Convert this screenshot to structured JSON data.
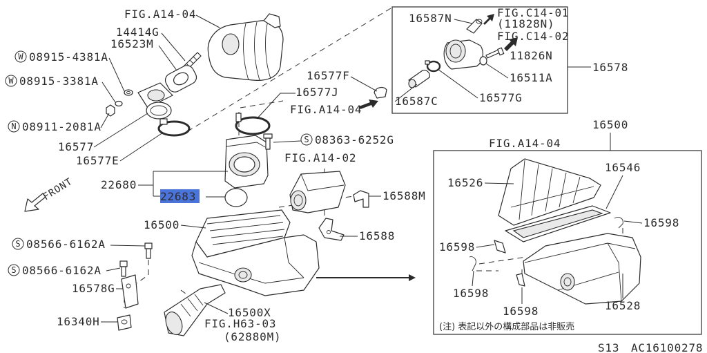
{
  "colors": {
    "highlight": "#4b74db",
    "ink": "#2b2b2b"
  },
  "labels": {
    "fig_a14_04_top": "FIG.A14-04",
    "part_14414g": "14414G",
    "part_16523m": "16523M",
    "part_16577": "16577",
    "part_16577e": "16577E",
    "part_16587n": "16587N",
    "fig_c14_01": "FIG.C14-01",
    "ref_11828n": "(11828N)",
    "fig_c14_02": "FIG.C14-02",
    "part_11826n": "11826N",
    "part_16511a": "16511A",
    "part_16578": "16578",
    "part_16577f": "16577F",
    "part_16577j": "16577J",
    "fig_a14_04_mid": "FIG.A14-04",
    "part_16587c": "16587C",
    "part_16577g": "16577G",
    "part_16500_assy": "16500",
    "fig_a14_04_right": "FIG.A14-04",
    "fig_a14_02": "FIG.A14-02",
    "part_16546": "16546",
    "part_22680": "22680",
    "part_22683": "22683",
    "front": "FRONT",
    "part_16526": "16526",
    "part_16588m": "16588M",
    "part_16500": "16500",
    "part_16598_a": "16598",
    "part_16588": "16588",
    "part_16598_b": "16598",
    "part_16578g": "16578G",
    "part_16598_c": "16598",
    "part_16598_d": "16598",
    "part_16528": "16528",
    "part_16500x": "16500X",
    "fig_h63_03": "FIG.H63-03",
    "ref_62880m": "(62880M)",
    "part_16340h": "16340H"
  },
  "fasteners": [
    {
      "symbol": "W",
      "number": "08915-4381A"
    },
    {
      "symbol": "W",
      "number": "08915-3381A"
    },
    {
      "symbol": "N",
      "number": "08911-2081A"
    },
    {
      "symbol": "S",
      "number": "08363-6252G"
    },
    {
      "symbol": "S",
      "number": "08566-6162A"
    },
    {
      "symbol": "S",
      "number": "08566-6162A"
    }
  ],
  "note": "(注) 表記以外の構成部品は非販売",
  "footer": {
    "model": "S13",
    "diagram_code": "AC16100278"
  }
}
